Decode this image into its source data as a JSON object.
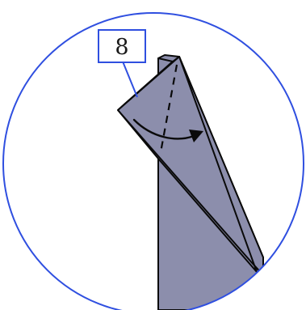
{
  "diagram": {
    "step_number": "8",
    "colors": {
      "circle_stroke": "#2f4fe0",
      "paper_fill": "#8c8eac",
      "paper_edge": "#0a0a0a",
      "label_box_stroke": "#2f4fe0",
      "background": "#ffffff"
    },
    "elements": {
      "fold_line": "dashed",
      "fold_arrow": "curved-arrow"
    }
  }
}
